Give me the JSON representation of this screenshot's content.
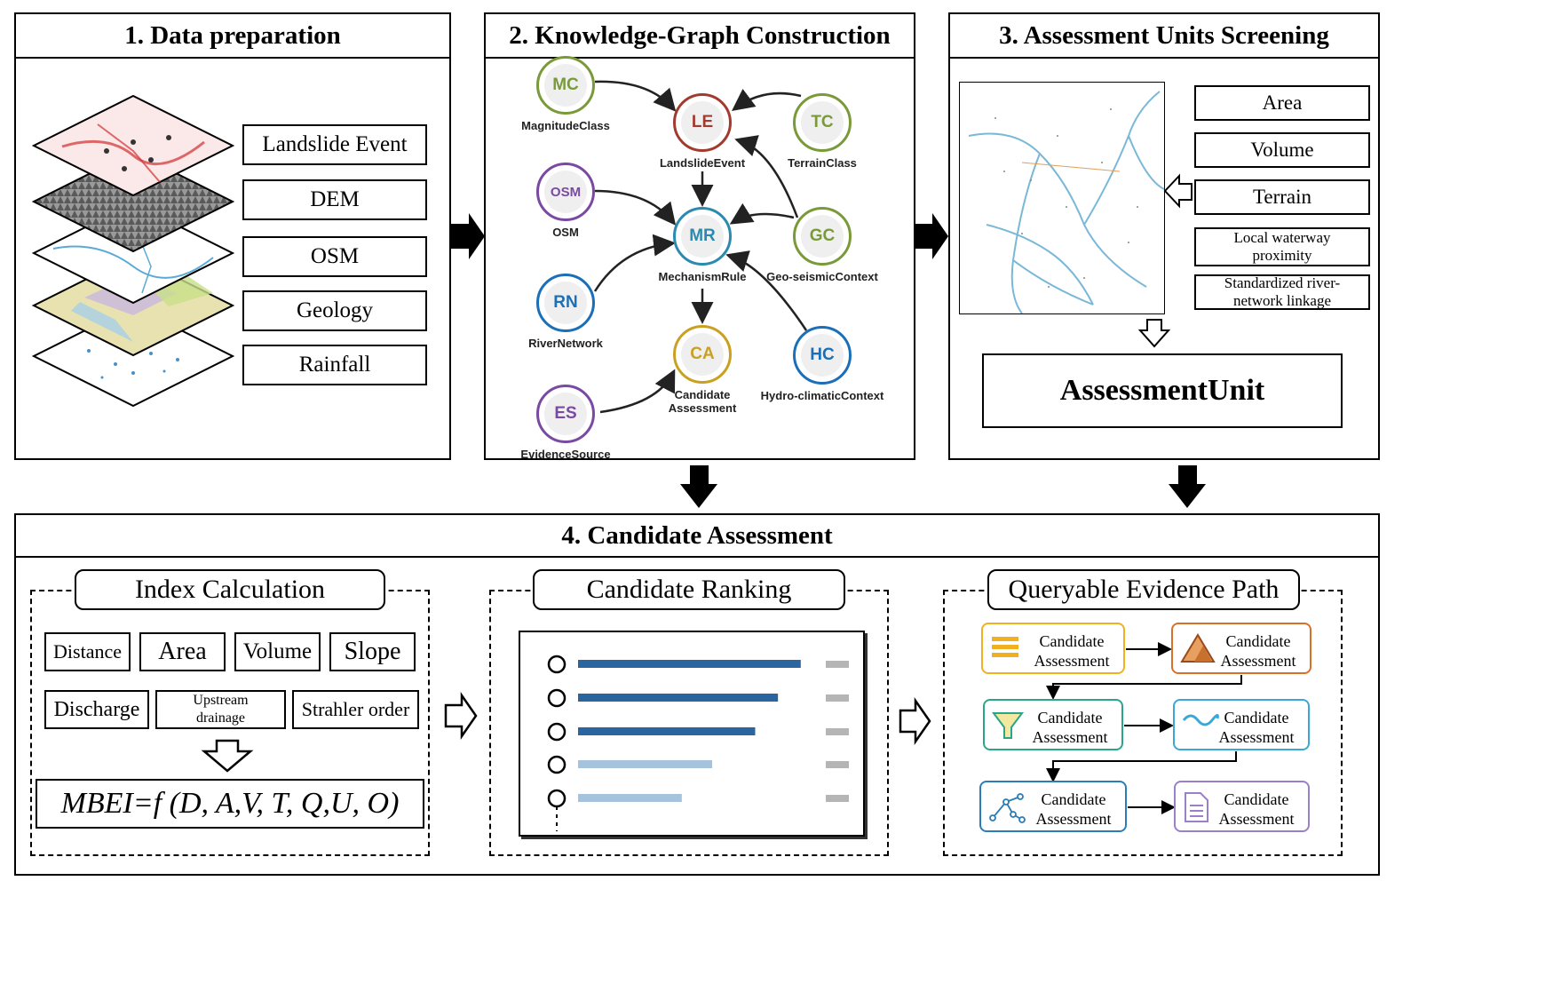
{
  "panels": {
    "p1_title": "1. Data preparation",
    "p2_title": "2. Knowledge-Graph Construction",
    "p3_title": "3. Assessment Units Screening",
    "p4_title": "4. Candidate Assessment"
  },
  "data_layers": [
    "Landslide Event",
    "DEM",
    "OSM",
    "Geology",
    "Rainfall"
  ],
  "kg_nodes": [
    {
      "abbr": "MC",
      "label": "MagnitudeClass",
      "color": "#7a9a3a"
    },
    {
      "abbr": "LE",
      "label": "LandslideEvent",
      "color": "#a33a2e"
    },
    {
      "abbr": "TC",
      "label": "TerrainClass",
      "color": "#7a9a3a"
    },
    {
      "abbr": "OSM",
      "label": "OSM",
      "color": "#7a4aa3"
    },
    {
      "abbr": "MR",
      "label": "MechanismRule",
      "color": "#2a8ab0"
    },
    {
      "abbr": "GC",
      "label": "Geo-seismicContext",
      "color": "#7a9a3a"
    },
    {
      "abbr": "RN",
      "label": "RiverNetwork",
      "color": "#1a6fb8"
    },
    {
      "abbr": "CA",
      "label": "Candidate\nAssessment",
      "color": "#c9a020"
    },
    {
      "abbr": "HC",
      "label": "Hydro-climaticContext",
      "color": "#1a6fb8"
    },
    {
      "abbr": "ES",
      "label": "EvidenceSource",
      "color": "#7a4aa3"
    }
  ],
  "screening_criteria": [
    "Area",
    "Volume",
    "Terrain",
    "Local waterway\nproximity",
    "Standardized river-\nnetwork linkage"
  ],
  "assessment_unit": "AssessmentUnit",
  "index_calc": {
    "title": "Index Calculation",
    "row1": [
      "Distance",
      "Area",
      "Volume",
      "Slope"
    ],
    "row2": [
      "Discharge",
      "Upstream\ndrainage",
      "Strahler order"
    ],
    "formula": "MBEI=f (D, A,V, T, Q,U, O)"
  },
  "ranking": {
    "title": "Candidate Ranking",
    "values": [
      0.88,
      0.79,
      0.7,
      0.53,
      0.41
    ]
  },
  "evidence": {
    "title": "Queryable Evidence Path",
    "items": [
      {
        "text": "Candidate\nAssessment",
        "color": "#f0b020",
        "icon": "list-icon"
      },
      {
        "text": "Candidate\nAssessment",
        "color": "#d9702a",
        "icon": "mountain-icon"
      },
      {
        "text": "Candidate\nAssessment",
        "color": "#2aa58a",
        "icon": "funnel-icon"
      },
      {
        "text": "Candidate\nAssessment",
        "color": "#3aa7d8",
        "icon": "wave-icon"
      },
      {
        "text": "Candidate\nAssessment",
        "color": "#2a7db8",
        "icon": "network-icon"
      },
      {
        "text": "Candidate\nAssessment",
        "color": "#9a80c8",
        "icon": "document-icon"
      }
    ]
  }
}
